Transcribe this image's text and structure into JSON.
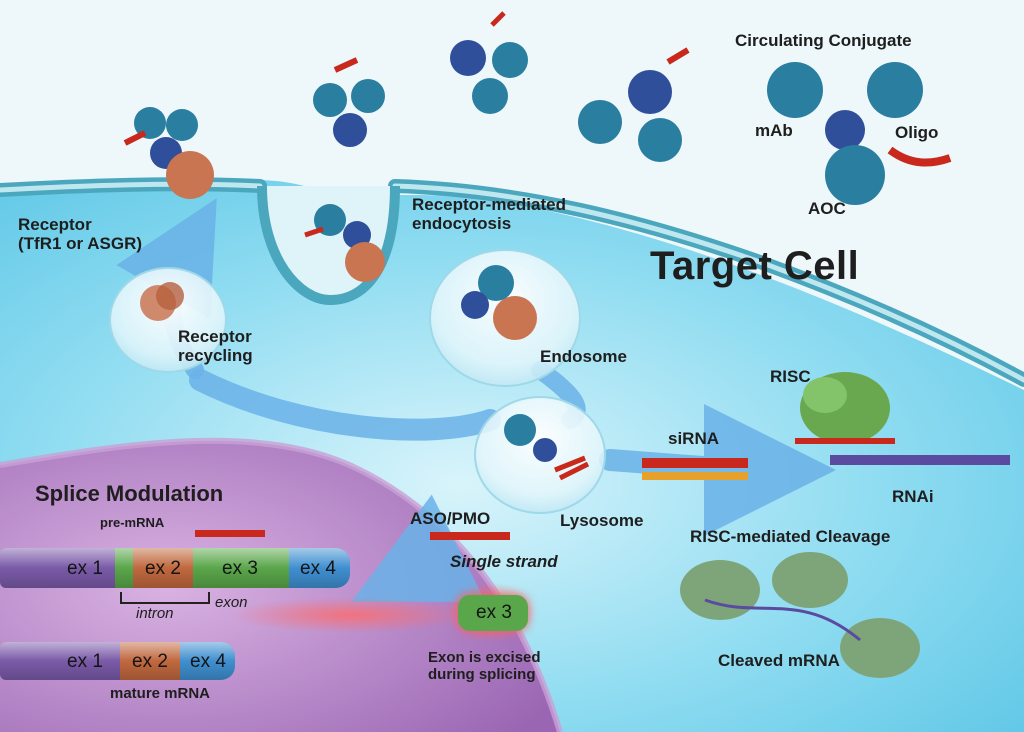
{
  "colors": {
    "extracellular": "#eaf5f8",
    "cytoplasm": "#6fd0ec",
    "nucleus": "#b77fc6",
    "membrane": "#5fb8c9",
    "antibody": "#2a7ea0",
    "antibody_dark": "#2f4f9a",
    "oligo": "#c9281c",
    "receptor": "#c97552",
    "risc": "#6aa84f",
    "arrow": "#5fa8e0",
    "exon1": "#7a5aa8",
    "exon2": "#c0683e",
    "exon3": "#5aa64a",
    "exon4": "#3f8fd0"
  },
  "labels": {
    "circulating_conjugate": "Circulating Conjugate",
    "mab": "mAb",
    "oligo": "Oligo",
    "aoc": "AOC",
    "target_cell": "Target Cell",
    "receptor": "Receptor\n(TfR1 or ASGR)",
    "receptor_endocytosis": "Receptor-mediated\nendocytosis",
    "receptor_recycling": "Receptor\nrecycling",
    "endosome": "Endosome",
    "lysosome": "Lysosome",
    "risc": "RISC",
    "sirna": "siRNA",
    "rnai": "RNAi",
    "risc_cleavage": "RISC-mediated Cleavage",
    "cleaved_mrna": "Cleaved mRNA",
    "splice_modulation": "Splice Modulation",
    "pre_mrna": "pre-mRNA",
    "intron": "intron",
    "exon": "exon",
    "aso_pmo": "ASO/PMO",
    "single_strand": "Single strand",
    "exon_excised": "Exon is excised\nduring splicing",
    "mature_mrna": "mature mRNA"
  },
  "exons": {
    "ex1": "ex 1",
    "ex2": "ex 2",
    "ex3": "ex 3",
    "ex4": "ex 4"
  }
}
